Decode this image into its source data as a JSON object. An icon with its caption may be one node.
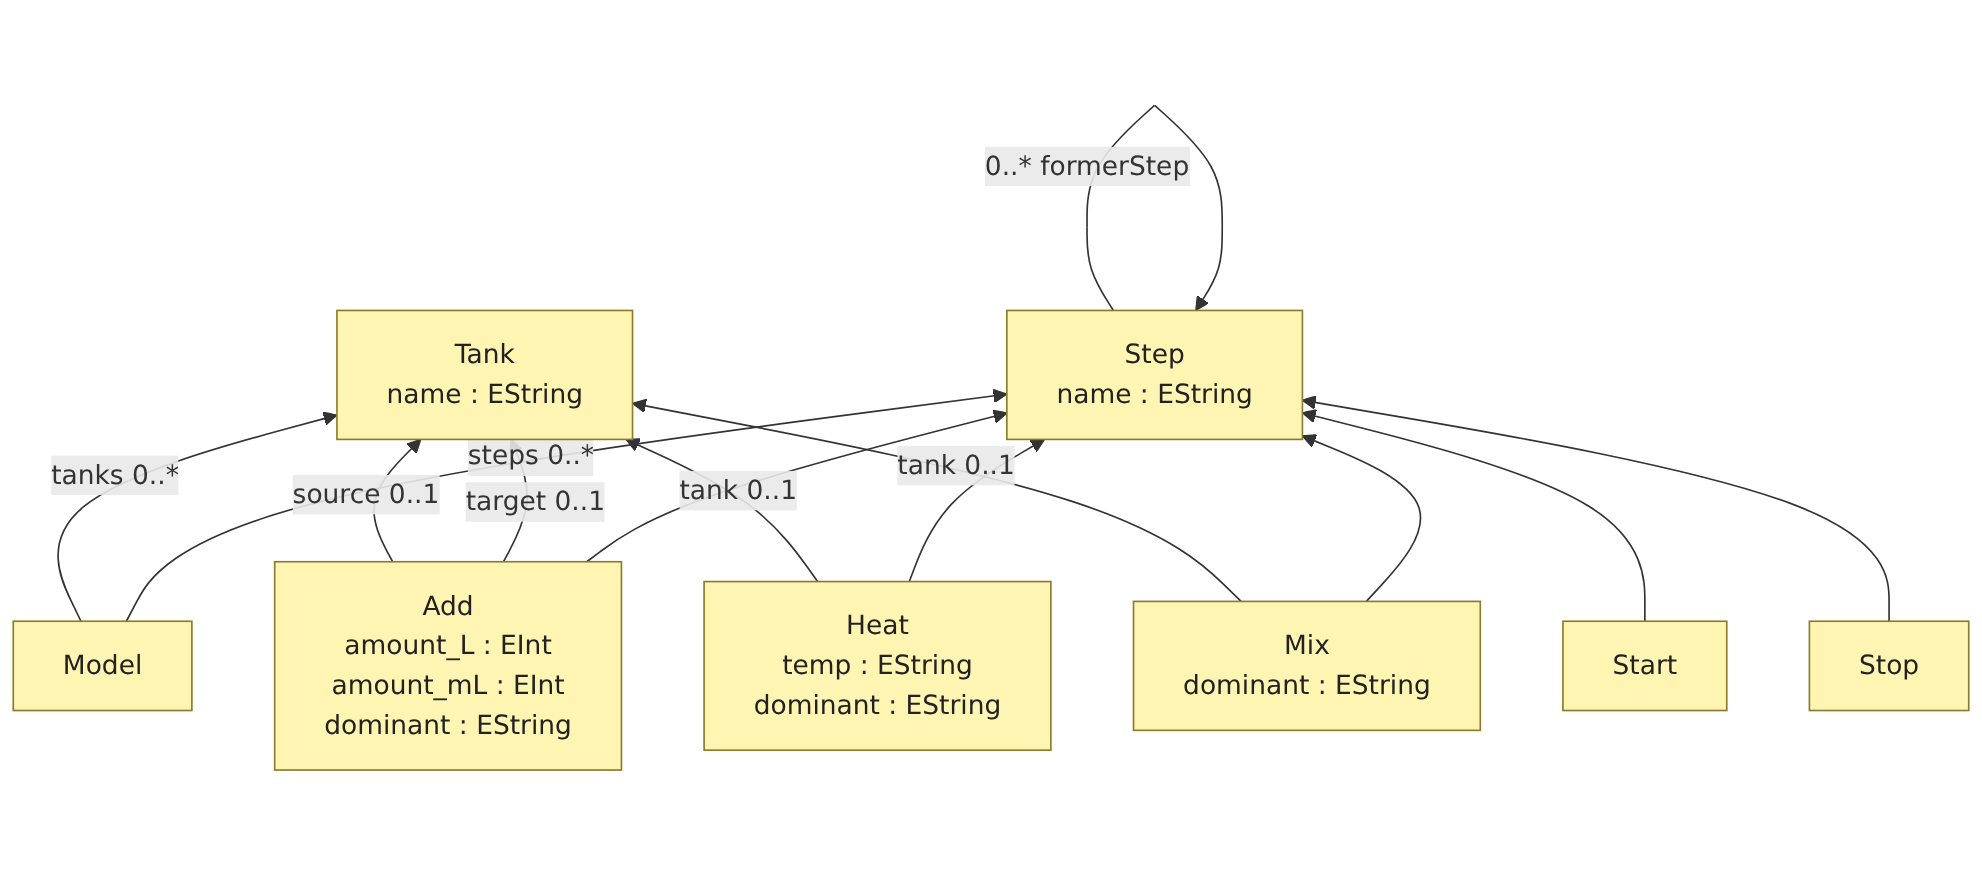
{
  "diagram": {
    "nodes": [
      {
        "text": [
          "Model"
        ]
      },
      {
        "text": [
          "Tank",
          "name : EString"
        ]
      },
      {
        "text": [
          "Step",
          "name : EString"
        ]
      },
      {
        "text": [
          "Add",
          "amount_L : EInt",
          "amount_mL : EInt",
          "dominant : EString"
        ]
      },
      {
        "text": [
          "Heat",
          "temp : EString",
          "dominant : EString"
        ]
      },
      {
        "text": [
          "Mix",
          "dominant : EString"
        ]
      },
      {
        "text": [
          "Start"
        ]
      },
      {
        "text": [
          "Stop"
        ]
      }
    ],
    "edges": [
      {
        "from": 0,
        "to": 1,
        "arrow": "to",
        "label": "tanks 0..*"
      },
      {
        "from": 0,
        "to": 2,
        "arrow": "to",
        "label": "steps 0..*"
      },
      {
        "from": 2,
        "to": 2,
        "arrow": "to",
        "label": "0..* formerStep"
      },
      {
        "from": 3,
        "to": 1,
        "arrow": "to",
        "label": "source 0..1"
      },
      {
        "from": 3,
        "to": 1,
        "arrow": "to",
        "label": "target 0..1"
      },
      {
        "from": 4,
        "to": 1,
        "arrow": "to",
        "label": "tank 0..1"
      },
      {
        "from": 5,
        "to": 1,
        "arrow": "to",
        "label": "tank 0..1"
      },
      {
        "from": 5,
        "to": 2,
        "arrow": "to"
      },
      {
        "from": 4,
        "to": 2,
        "arrow": "to"
      },
      {
        "from": 3,
        "to": 2,
        "arrow": "to"
      },
      {
        "from": 6,
        "to": 2,
        "arrow": "to"
      },
      {
        "from": 7,
        "to": 2,
        "arrow": "to"
      }
    ]
  }
}
